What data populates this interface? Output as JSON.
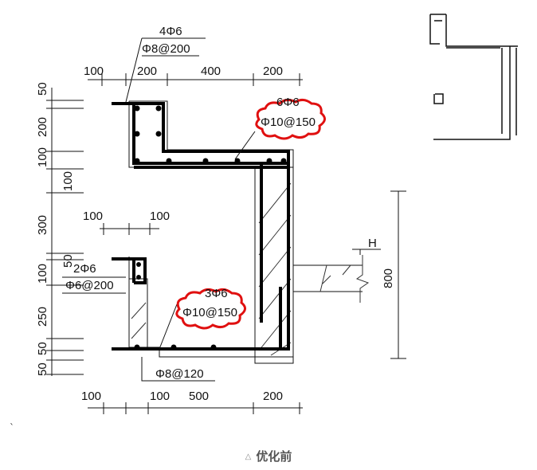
{
  "top_dims": [
    "100",
    "200",
    "400",
    "200"
  ],
  "mid_dims": [
    "100",
    "100"
  ],
  "bottom_dims": [
    "100",
    "100",
    "500",
    "200"
  ],
  "left_dims": [
    "50",
    "200",
    "100",
    "100",
    "300",
    "50",
    "100",
    "250",
    "50",
    "50"
  ],
  "right_dim": "800",
  "h_label": "H",
  "labels": {
    "top_bars": "4Φ6",
    "top_stirrup": "Φ8@200",
    "cloud1_bars": "6Φ6",
    "cloud1_stirrup": "Φ10@150",
    "left_bars": "2Φ6",
    "left_stirrup": "Φ6@200",
    "cloud2_bars": "3Φ6",
    "cloud2_stirrup": "Φ10@150",
    "bottom_stirrup": "Φ8@120"
  },
  "stray_tick": "`",
  "caption": "优化前",
  "colors": {
    "line": "#111111",
    "cloud": "#e01010",
    "caption": "#555555"
  }
}
